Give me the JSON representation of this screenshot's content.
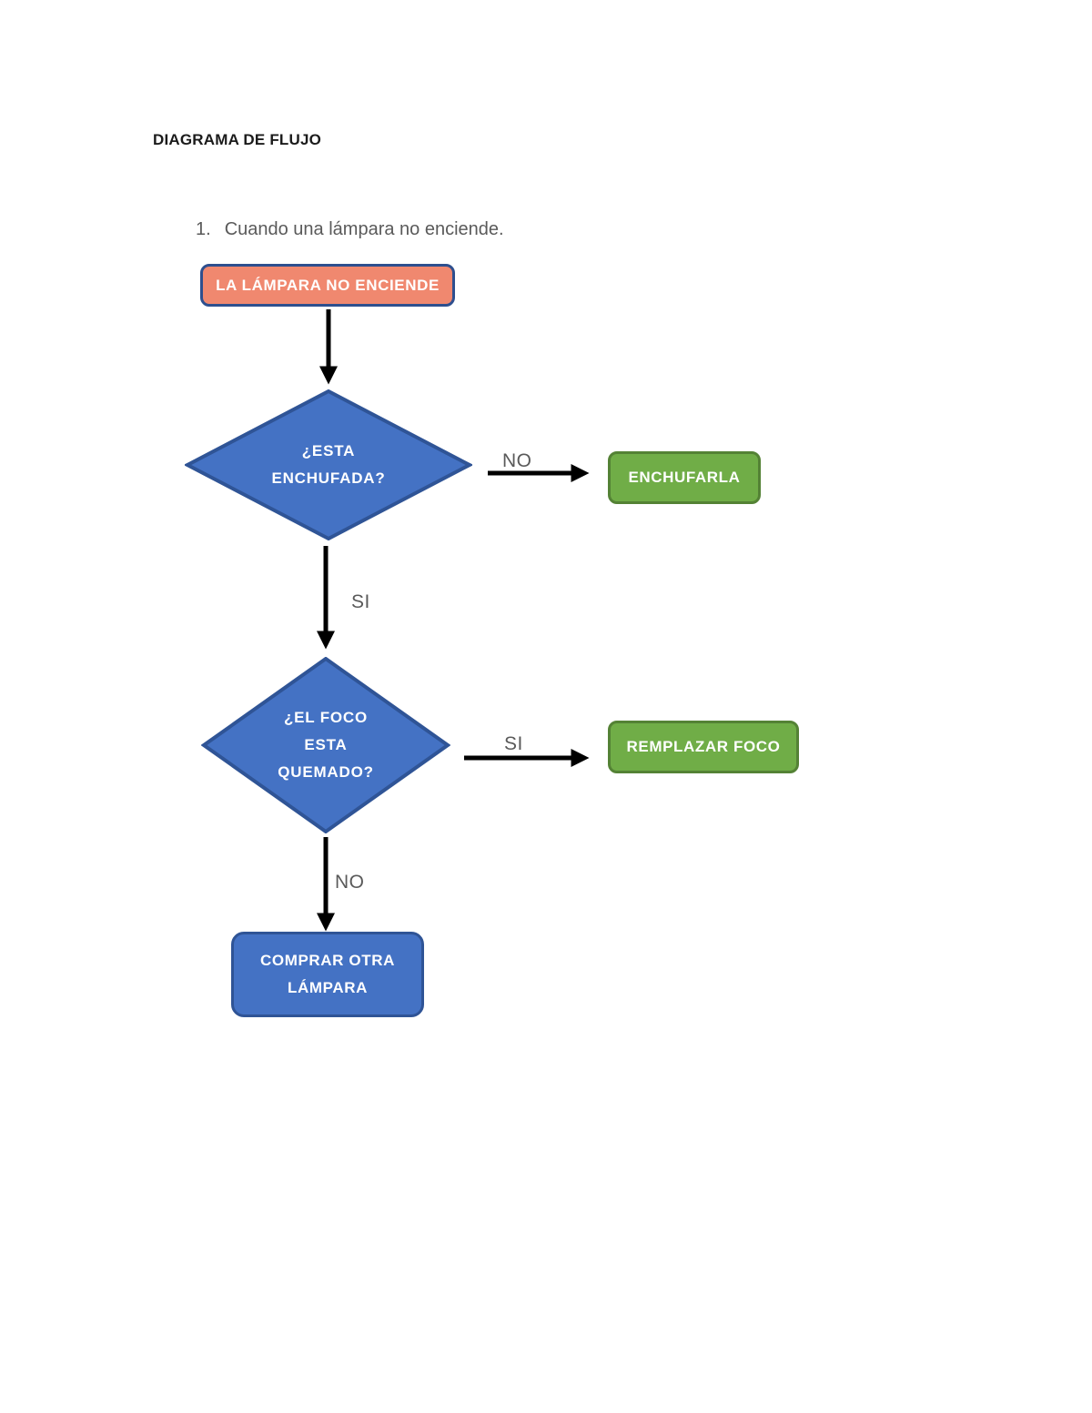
{
  "document": {
    "title": "DIAGRAMA DE FLUJO",
    "list_item": {
      "number": "1.",
      "text": "Cuando una lámpara no enciende."
    }
  },
  "flowchart": {
    "nodes": {
      "start": {
        "label": "LA LÁMPARA NO ENCIENDE",
        "shape": "rounded-rectangle",
        "fill": "#F0886F",
        "border": "#2E4F8E"
      },
      "decision_enchufada": {
        "label": "¿ESTA\nENCHUFADA?",
        "shape": "diamond",
        "fill": "#4472C4",
        "border": "#2F5496"
      },
      "action_enchufarla": {
        "label": "ENCHUFARLA",
        "shape": "rounded-rectangle",
        "fill": "#70AD47",
        "border": "#548235"
      },
      "decision_foco_quemado": {
        "label": "¿EL FOCO\nESTA\nQUEMADO?",
        "shape": "diamond",
        "fill": "#4472C4",
        "border": "#2F5496"
      },
      "action_remplazar_foco": {
        "label": "REMPLAZAR FOCO",
        "shape": "rounded-rectangle",
        "fill": "#70AD47",
        "border": "#548235"
      },
      "terminal_comprar_lampara": {
        "label": "COMPRAR OTRA\nLÁMPARA",
        "shape": "rounded-rectangle",
        "fill": "#4472C4",
        "border": "#2F5496"
      }
    },
    "edges": {
      "decision1_no": {
        "label": "NO"
      },
      "decision1_si": {
        "label": "SI"
      },
      "decision2_si": {
        "label": "SI"
      },
      "decision2_no": {
        "label": "NO"
      }
    },
    "arrow_color": "#000000",
    "edge_label_color": "#5a5a5a"
  }
}
